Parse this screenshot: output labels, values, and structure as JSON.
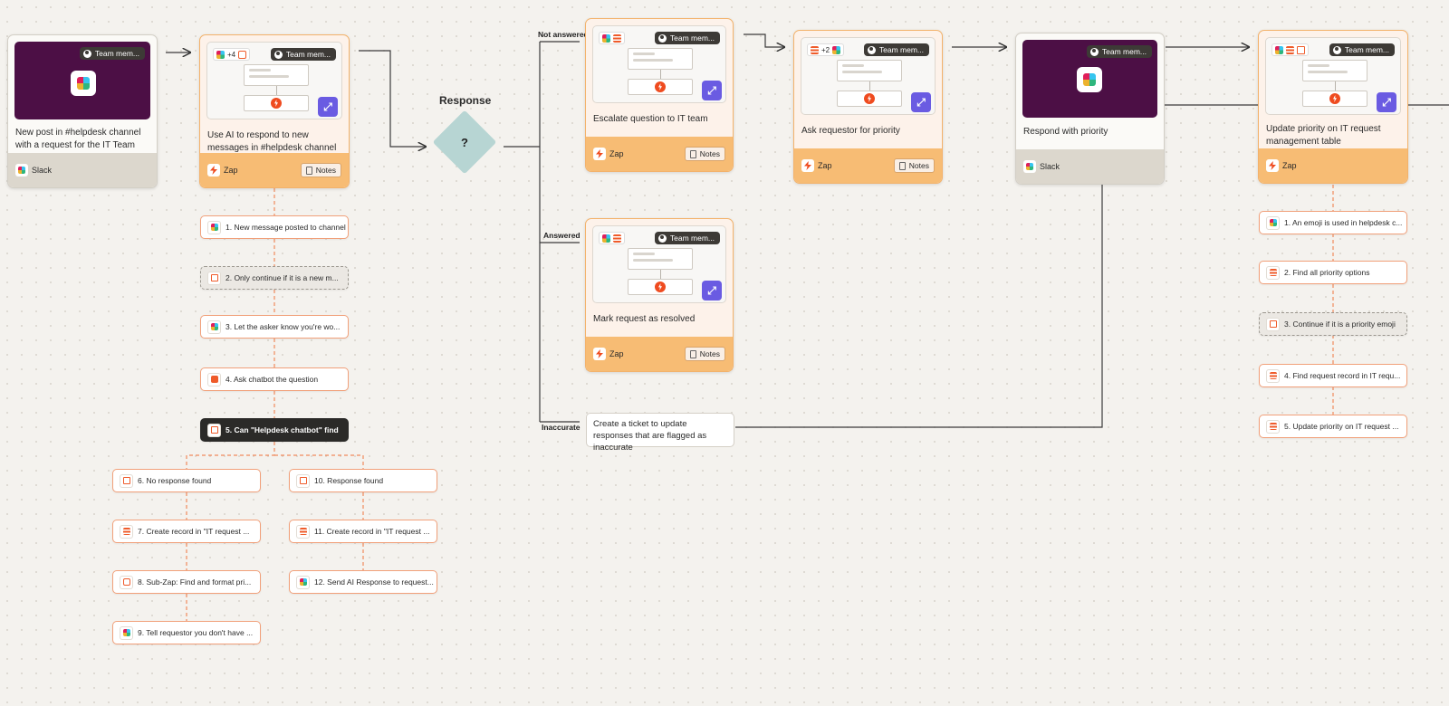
{
  "team_chip": "Team mem...",
  "trigger": {
    "title": "New post in #helpdesk channel with a request for the IT Team",
    "app": "Slack"
  },
  "card_ai": {
    "title": "Use AI to respond to new messages in #helpdesk channel",
    "app": "Zap",
    "notes": "Notes",
    "app_count": "+4"
  },
  "card_escalate": {
    "title": "Escalate question to IT team",
    "app": "Zap",
    "notes": "Notes"
  },
  "card_resolved": {
    "title": "Mark request as resolved",
    "app": "Zap",
    "notes": "Notes"
  },
  "card_priority": {
    "title": "Ask requestor for priority",
    "app": "Zap",
    "notes": "Notes",
    "app_count": "+2"
  },
  "card_respond": {
    "title": "Respond with priority",
    "app": "Slack"
  },
  "card_update": {
    "title": "Update priority on IT request management table",
    "app": "Zap"
  },
  "decision": {
    "title": "Response",
    "symbol": "?"
  },
  "branches": {
    "not_answered": "Not answered",
    "answered": "Answered",
    "inaccurate": "Inaccurate"
  },
  "ticket": "Create a ticket to update responses that are flagged as inaccurate",
  "steps_left": [
    "1. New message posted to channel",
    "2. Only continue if it is a new m...",
    "3. Let the asker know you're wo...",
    "4. Ask chatbot the question",
    "5. Can \"Helpdesk chatbot\" find"
  ],
  "branch_no": [
    "6. No response found",
    "7. Create record in \"IT request ...",
    "8. Sub-Zap: Find and format pri...",
    "9. Tell requestor you don't have ..."
  ],
  "branch_yes": [
    "10. Response found",
    "11. Create record in \"IT request ...",
    "12. Send AI Response to request..."
  ],
  "steps_right": [
    "1. An emoji is used in helpdesk c...",
    "2. Find all priority options",
    "3. Continue if it is a priority emoji",
    "4. Find request record in IT requ...",
    "5. Update priority on IT request ..."
  ],
  "colors": {
    "accent": "#f7bc74",
    "slack_purple": "#4c0f45",
    "expand": "#6a5be2",
    "zap_orange": "#ef4b1f"
  }
}
